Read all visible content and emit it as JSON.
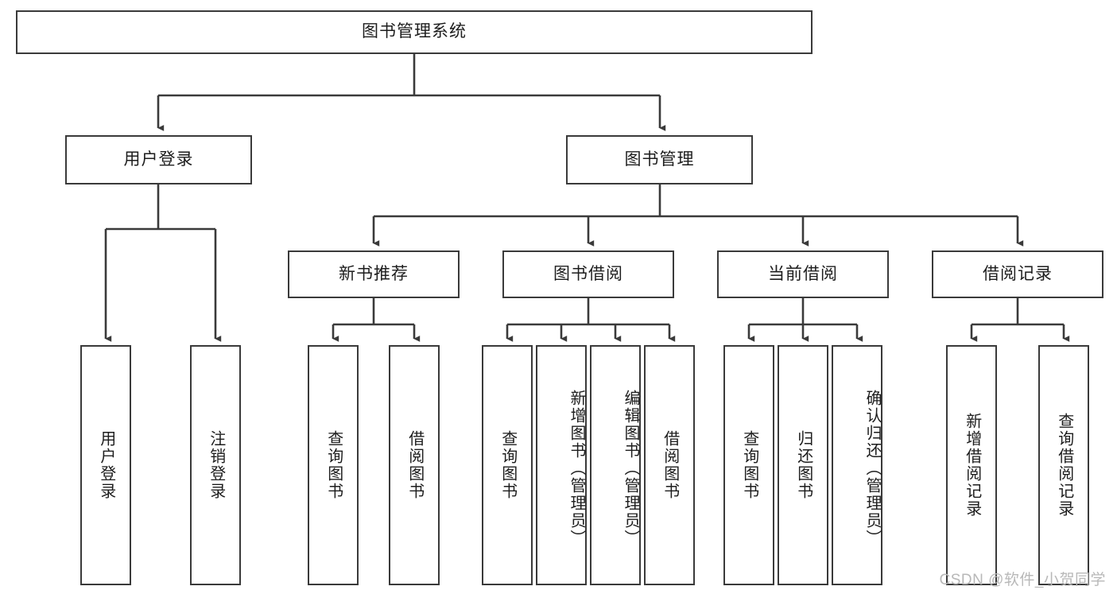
{
  "diagram": {
    "title": "图书管理系统",
    "type": "tree",
    "watermark": "CSDN @软件_小贺同学",
    "colors": {
      "box_border": "#3a3a3a",
      "box_fill": "#ffffff",
      "edge": "#3a3a3a",
      "text": "#1d1d1d",
      "watermark": "#b8b8b8",
      "background": "#ffffff"
    },
    "nodes": {
      "root": {
        "label": "图书管理系统"
      },
      "level2": [
        {
          "id": "user-login",
          "label": "用户登录"
        },
        {
          "id": "book-manage",
          "label": "图书管理"
        }
      ],
      "level3": [
        {
          "id": "new-book-recommend",
          "label": "新书推荐"
        },
        {
          "id": "book-borrow",
          "label": "图书借阅"
        },
        {
          "id": "current-borrow",
          "label": "当前借阅"
        },
        {
          "id": "borrow-record",
          "label": "借阅记录"
        }
      ],
      "leaves": {
        "user-login": [
          {
            "id": "leaf-user-login",
            "label": "用户登录"
          },
          {
            "id": "leaf-logout-login",
            "label": "注销登录"
          }
        ],
        "new-book-recommend": [
          {
            "id": "leaf-query-book-1",
            "label": "查询图书"
          },
          {
            "id": "leaf-borrow-book-1",
            "label": "借阅图书"
          }
        ],
        "book-borrow": [
          {
            "id": "leaf-query-book-2",
            "label": "查询图书"
          },
          {
            "id": "leaf-add-book-admin",
            "label": "新增图书（管理员）"
          },
          {
            "id": "leaf-edit-book-admin",
            "label": "编辑图书（管理员）"
          },
          {
            "id": "leaf-borrow-book-2",
            "label": "借阅图书"
          }
        ],
        "current-borrow": [
          {
            "id": "leaf-query-book-3",
            "label": "查询图书"
          },
          {
            "id": "leaf-return-book",
            "label": "归还图书"
          },
          {
            "id": "leaf-confirm-return-admin",
            "label": "确认归还（管理员）"
          }
        ],
        "borrow-record": [
          {
            "id": "leaf-add-borrow-record",
            "label": "新增借阅记录"
          },
          {
            "id": "leaf-query-borrow-record",
            "label": "查询借阅记录"
          }
        ]
      }
    }
  }
}
